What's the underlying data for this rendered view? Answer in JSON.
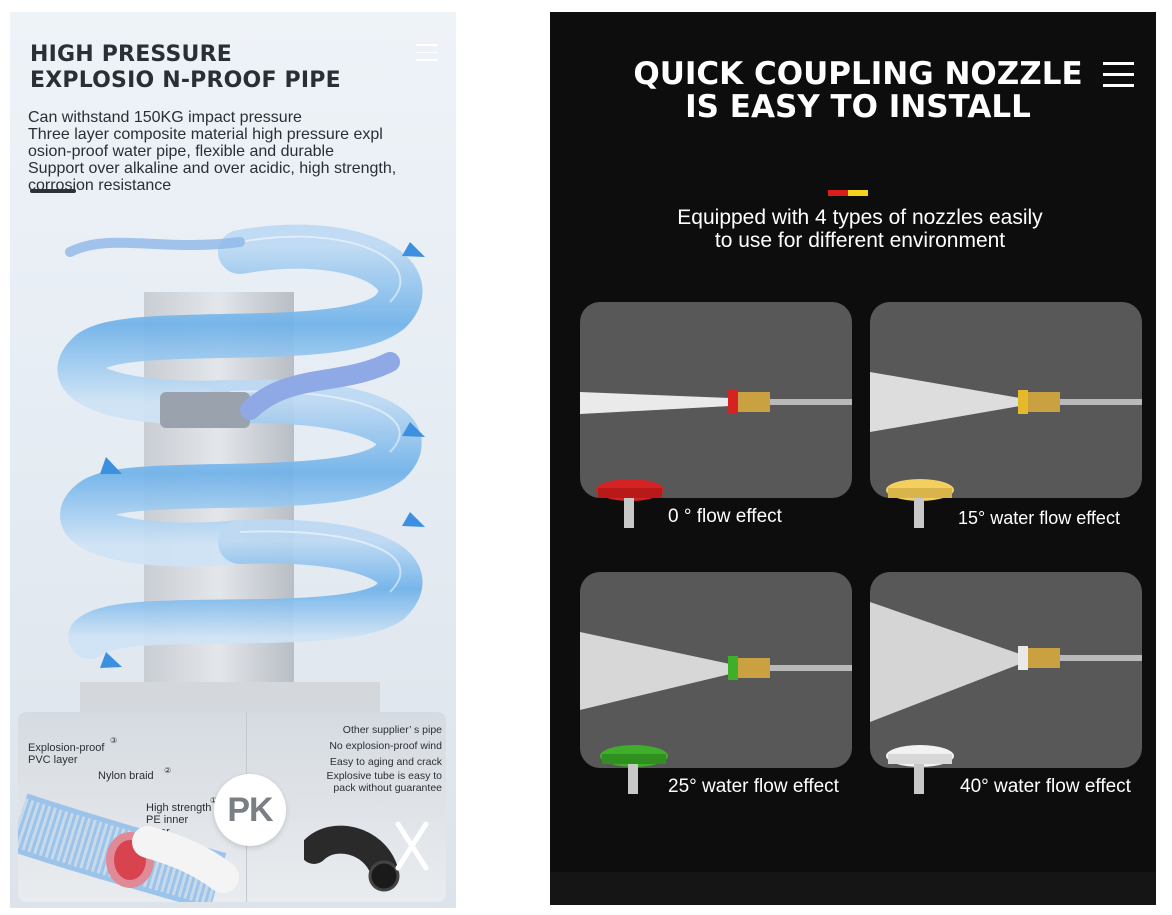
{
  "left": {
    "title": "HIGH PRESSURE EXPLOSIO N-PROOF PIPE",
    "description": [
      "Can withstand 150KG impact pressure",
      "Three layer composite material high pressure expl",
      "osion-proof water pipe, flexible and durable",
      "Support over alkaline and over acidic, high strength,",
      "corrosion resistance"
    ],
    "compare": {
      "layer3": "Explosion-proof PVC layer",
      "layer3_num": "③",
      "layer2": "Nylon braid",
      "layer2_num": "②",
      "layer1": "High strength PE inner layer",
      "layer1_num": "①",
      "pk": "PK",
      "other": [
        "Other supplier’ s  pipe",
        "No explosion-proof wind",
        "Easy to aging and crack",
        "Explosive tube is easy to",
        "pack without guarantee"
      ]
    }
  },
  "right": {
    "title_line1": "QUICK COUPLING NOZZLE",
    "title_line2": "IS EASY TO INSTALL",
    "subtitle_line1": "Equipped with 4 types of nozzles easily",
    "subtitle_line2": "to use for different environment",
    "cards": [
      {
        "label": "0 ° flow effect",
        "tip_color": "#d42323"
      },
      {
        "label": "15° water flow effect",
        "tip_color": "#f2cf5e"
      },
      {
        "label": "25° water flow effect",
        "tip_color": "#3fae2a"
      },
      {
        "label": "40° water flow effect",
        "tip_color": "#f2f2f2"
      }
    ]
  },
  "colors": {
    "accent_red": "#d81d1d",
    "accent_yellow": "#f4d31a",
    "card_bg": "#585858"
  }
}
